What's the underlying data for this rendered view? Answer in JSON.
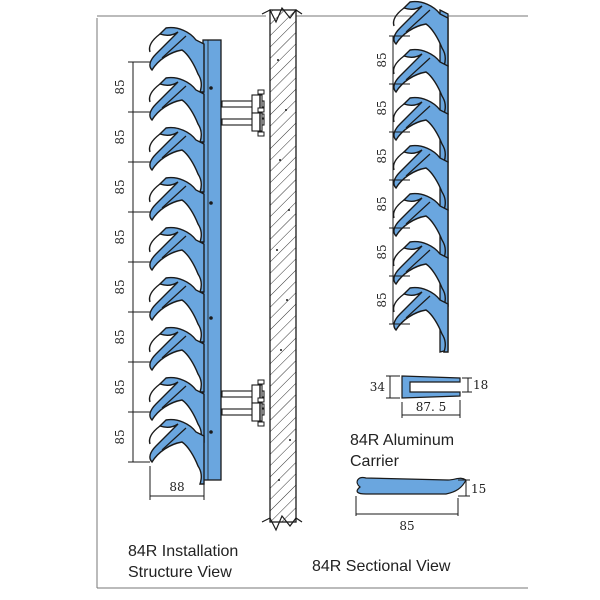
{
  "installation": {
    "blade_pitch": "85",
    "pitch_labels": [
      "85",
      "85",
      "85",
      "85",
      "85",
      "85",
      "85",
      "85"
    ],
    "bottom_width": "88",
    "caption_line1": "84R Installation",
    "caption_line2": "Structure View"
  },
  "sectional": {
    "pitch_labels": [
      "85",
      "85",
      "85",
      "85",
      "85",
      "85"
    ],
    "caption": "84R Sectional View"
  },
  "carrier": {
    "height": "34",
    "lip": "18",
    "width": "87. 5",
    "caption_line1": "84R Aluminum",
    "caption_line2": "Carrier"
  },
  "blade_section": {
    "width": "85",
    "height": "15"
  },
  "colors": {
    "blade": "#6aa6df",
    "line": "#1a1a1a",
    "frame": "#777777"
  }
}
